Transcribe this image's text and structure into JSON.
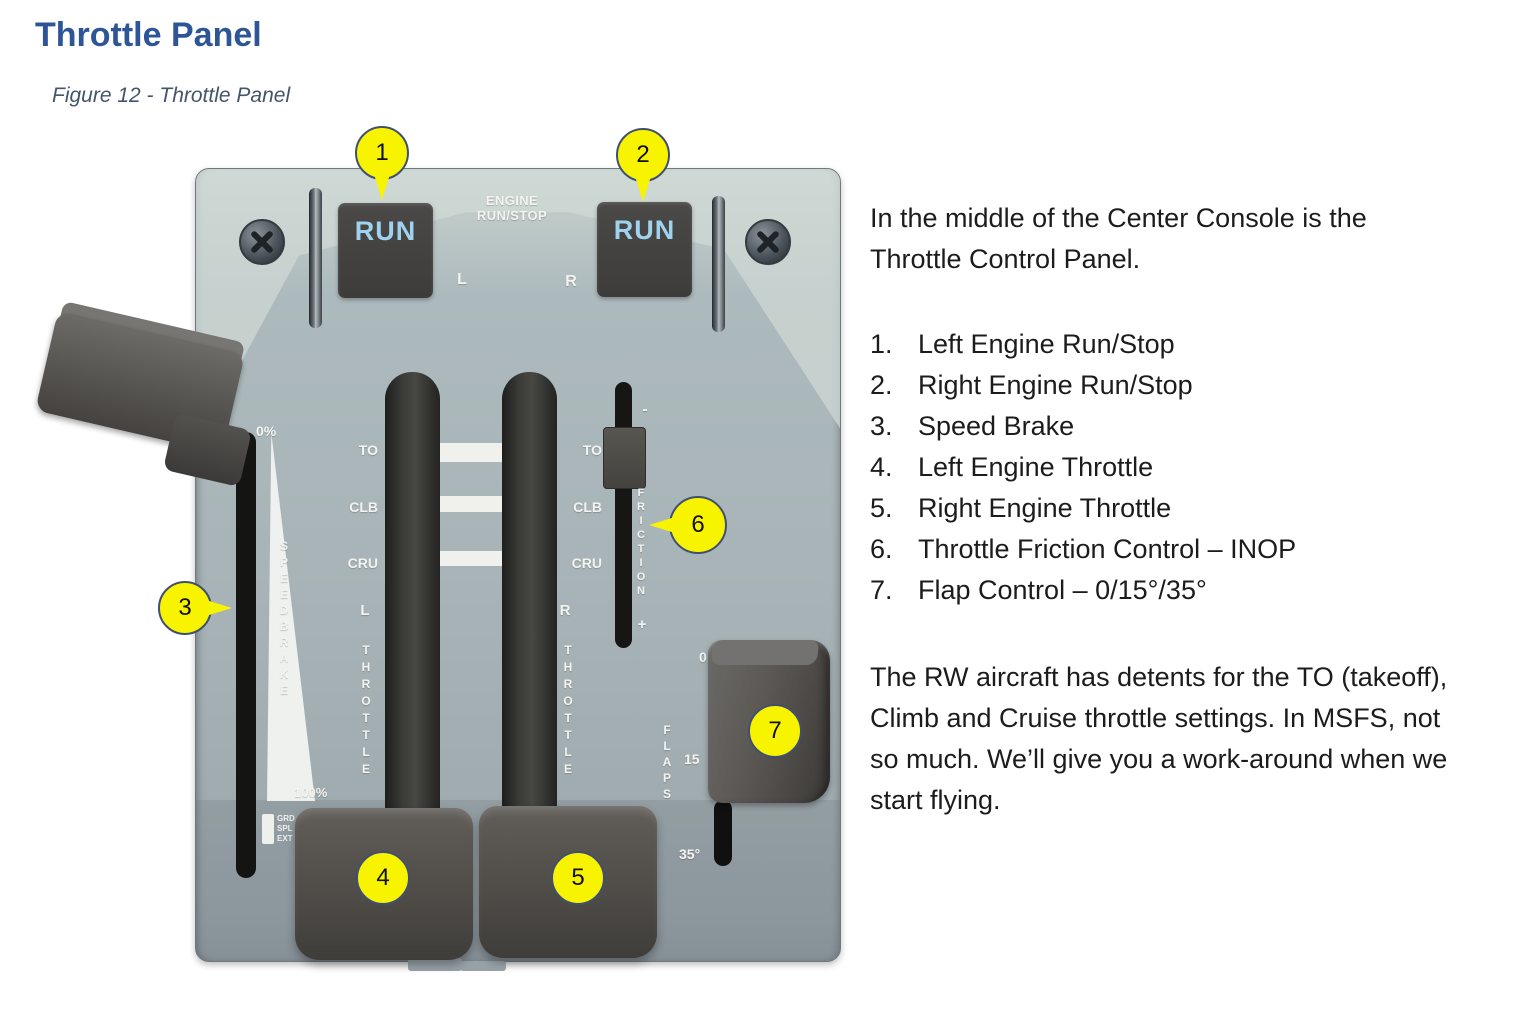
{
  "title": "Throttle Panel",
  "caption": "Figure 12 - Throttle Panel",
  "description": {
    "intro": "In the middle of the Center Console is the Throttle Control Panel.",
    "items": [
      {
        "num": "1.",
        "label": "Left Engine Run/Stop"
      },
      {
        "num": "2.",
        "label": "Right Engine Run/Stop"
      },
      {
        "num": "3.",
        "label": "Speed Brake"
      },
      {
        "num": "4.",
        "label": "Left Engine Throttle"
      },
      {
        "num": "5.",
        "label": "Right Engine Throttle"
      },
      {
        "num": "6.",
        "label": "Throttle Friction Control – INOP"
      },
      {
        "num": "7.",
        "label": "Flap Control – 0/15°/35°"
      }
    ],
    "note": "The RW aircraft has detents for the TO (takeoff), Climb and Cruise throttle settings. In MSFS, not so much. We’ll give you a work-around when we start flying."
  },
  "panel": {
    "engine_header": {
      "line1": "ENGINE",
      "line2": "RUN/STOP"
    },
    "left_run_switch": "RUN",
    "right_run_switch": "RUN",
    "left_engine_letter": "L",
    "right_engine_letter": "R",
    "left_quadrant": {
      "to": "TO",
      "clb": "CLB",
      "cru": "CRU",
      "side": "L",
      "throttle": "THROTTLE"
    },
    "right_quadrant": {
      "to": "TO",
      "clb": "CLB",
      "cru": "CRU",
      "side": "R",
      "throttle": "THROTTLE"
    },
    "speed_brake": {
      "label": "SPEEDBRAKE",
      "retracted": "0%",
      "extended": "100%",
      "tab_lines": [
        "GRD",
        "SPL",
        "EXT"
      ]
    },
    "friction": {
      "label": "FRICTION",
      "minus": "-",
      "plus": "+"
    },
    "flaps": {
      "label": "FLAPS",
      "pos0": "0",
      "pos15": "15",
      "pos35": "35°"
    }
  },
  "callouts": {
    "c1": "1",
    "c2": "2",
    "c3": "3",
    "c4": "4",
    "c5": "5",
    "c6": "6",
    "c7": "7"
  },
  "colors": {
    "title_blue": "#2E5697",
    "caption_blue": "#44546A",
    "callout_yellow": "#F8F400",
    "run_text_blue": "#9FD2EE",
    "panel_gray": "#A8B4B7"
  }
}
